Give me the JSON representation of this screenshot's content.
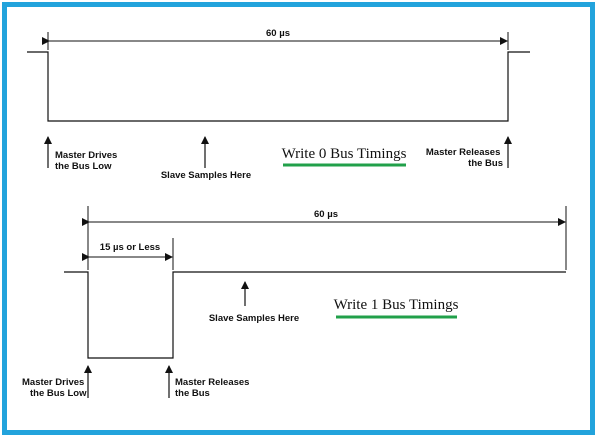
{
  "colors": {
    "frame_border": "#22a3dc",
    "title_underline": "#21a04a",
    "line": "#111111"
  },
  "write0": {
    "span_label": "60 µs",
    "master_drives": [
      "Master Drives",
      "the Bus Low"
    ],
    "slave_samples": "Slave Samples Here",
    "master_releases": [
      "Master Releases",
      "the Bus"
    ],
    "title": "Write 0 Bus Timings"
  },
  "write1": {
    "span_label": "60 µs",
    "short_span_label": "15 µs or Less",
    "slave_samples": "Slave Samples Here",
    "master_drives": [
      "Master Drives",
      "the Bus Low"
    ],
    "master_releases": [
      "Master Releases",
      "the Bus"
    ],
    "title": "Write 1 Bus Timings"
  }
}
